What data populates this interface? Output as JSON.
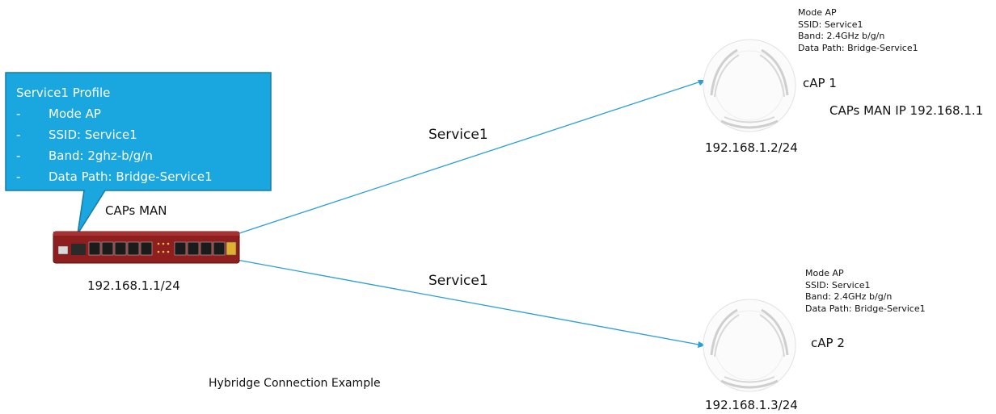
{
  "callout": {
    "title": "Service1 Profile",
    "items": [
      {
        "dash": "-",
        "text": "Mode AP"
      },
      {
        "dash": "-",
        "text": "SSID: Service1"
      },
      {
        "dash": "-",
        "text": "Band: 2ghz-b/g/n"
      },
      {
        "dash": "-",
        "text": "Data Path: Bridge-Service1"
      }
    ]
  },
  "router": {
    "label": "CAPs MAN",
    "ip": "192.168.1.1/24"
  },
  "links": [
    {
      "label": "Service1"
    },
    {
      "label": "Service1"
    }
  ],
  "cap1": {
    "props": [
      "Mode AP",
      "SSID: Service1",
      "Band: 2.4GHz b/g/n",
      "Data Path: Bridge-Service1"
    ],
    "name": "cAP 1",
    "man_ip": "CAPs MAN IP 192.168.1.1",
    "ip": "192.168.1.2/24"
  },
  "cap2": {
    "props": [
      "Mode AP",
      "SSID: Service1",
      "Band: 2.4GHz b/g/n",
      "Data Path: Bridge-Service1"
    ],
    "name": "cAP 2",
    "ip": "192.168.1.3/24"
  },
  "caption": "Hybridge Connection Example",
  "colors": {
    "callout": "#1aa6de",
    "callout_border": "#177ba4",
    "link": "#2a9fd6",
    "router_body": "#8f1f1f"
  }
}
